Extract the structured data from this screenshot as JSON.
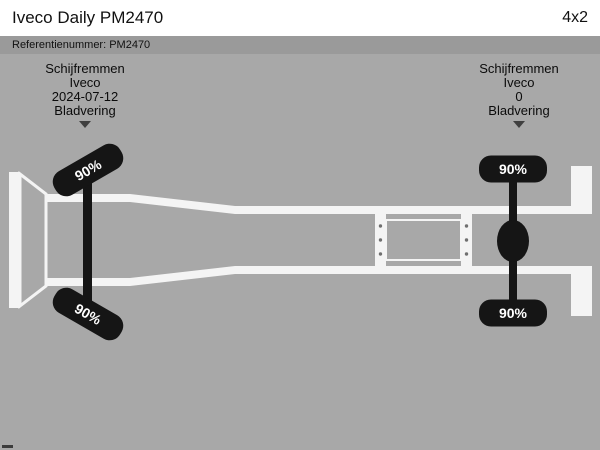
{
  "colors": {
    "bg": "#a8a8a8",
    "header-bg": "#ffffff",
    "refbar-bg": "#9a9a9a",
    "chassis": "#f4f4f4",
    "wheel": "#151515",
    "wheel-text": "#ffffff",
    "text": "#111111"
  },
  "header": {
    "title": "Iveco Daily PM2470",
    "config": "4x2"
  },
  "refbar": {
    "reference": "Referentienummer: PM2470"
  },
  "axles": [
    {
      "name": "front",
      "info": [
        "Schijfremmen",
        "Iveco",
        "2024-07-12",
        "Bladvering"
      ],
      "wheels": [
        {
          "label": "90%"
        },
        {
          "label": "90%"
        }
      ]
    },
    {
      "name": "rear",
      "info": [
        "Schijfremmen",
        "Iveco",
        "0",
        "Bladvering"
      ],
      "wheels": [
        {
          "label": "90%"
        },
        {
          "label": "90%"
        }
      ]
    }
  ]
}
